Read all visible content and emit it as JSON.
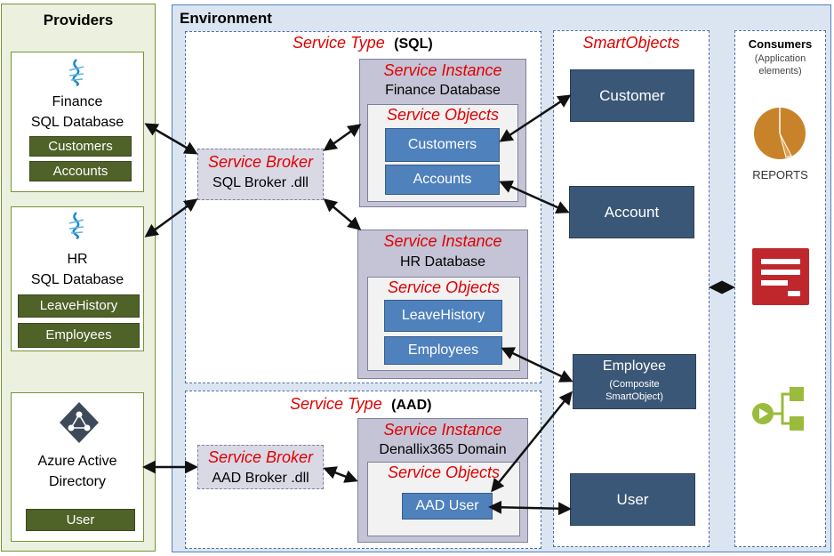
{
  "providers": {
    "title": "Providers",
    "finance": {
      "line1": "Finance",
      "line2": "SQL Database",
      "items": [
        "Customers",
        "Accounts"
      ]
    },
    "hr": {
      "line1": "HR",
      "line2": "SQL Database",
      "items": [
        "LeaveHistory",
        "Employees"
      ]
    },
    "aad": {
      "line1": "Azure Active",
      "line2": "Directory",
      "items": [
        "User"
      ]
    }
  },
  "environment": {
    "title": "Environment",
    "sql_type": {
      "label": "Service Type",
      "tag": "(SQL)"
    },
    "aad_type": {
      "label": "Service Type",
      "tag": "(AAD)"
    },
    "sql_broker": {
      "label": "Service Broker",
      "name": "SQL Broker .dll"
    },
    "aad_broker": {
      "label": "Service Broker",
      "name": "AAD Broker .dll"
    },
    "finance_instance": {
      "label": "Service Instance",
      "name": "Finance Database",
      "objects_label": "Service Objects",
      "objects": [
        "Customers",
        "Accounts"
      ]
    },
    "hr_instance": {
      "label": "Service Instance",
      "name": "HR Database",
      "objects_label": "Service Objects",
      "objects": [
        "LeaveHistory",
        "Employees"
      ]
    },
    "aad_instance": {
      "label": "Service Instance",
      "name": "Denallix365 Domain",
      "objects_label": "Service Objects",
      "objects": [
        "AAD User"
      ]
    },
    "smartobjects": {
      "title": "SmartObjects",
      "customer": "Customer",
      "account": "Account",
      "employee": "Employee",
      "employee_note1": "(Composite",
      "employee_note2": "SmartObject)",
      "user": "User"
    },
    "consumers": {
      "title": "Consumers",
      "sub1": "(Application",
      "sub2": "elements)",
      "reports": "REPORTS",
      "icons": [
        "pie-chart-icon",
        "form-icon",
        "workflow-icon"
      ]
    }
  },
  "colors": {
    "provider_bg": "#ebf1de",
    "environment_bg": "#dbe5f1",
    "provider_item": "#4f6228",
    "service_object": "#4f81bd",
    "smartobject": "#3b5777",
    "label_red": "#e00000",
    "reports_orange": "#c8832a",
    "form_red": "#c0272d",
    "workflow_green": "#9bbb3c"
  }
}
